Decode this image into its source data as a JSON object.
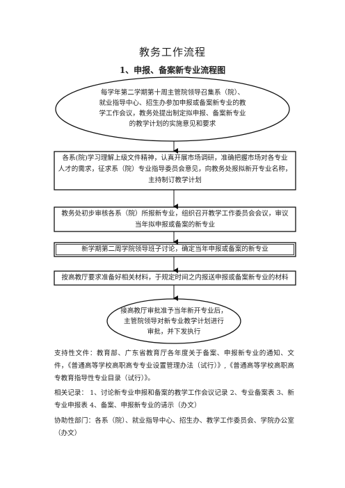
{
  "page": {
    "title": "教务工作流程",
    "subtitle": "1、申报、备案新专业流程图"
  },
  "flow": {
    "step1": [
      "每学年第二学期第十周主管院领导召集系（院）、",
      "就业指导中心、招生办参加申报或备案新专业的教",
      "学工作会议，教务处提出制定拟申报、备案新专业",
      "的教学计划的实施意见和要求"
    ],
    "step2": [
      "各系(院)学习理解上级文件精神，认真开展市场调研，准确把握市场对各专业",
      "人才的需求，征求系（院）专业指导委员会意见，向教务处报拟新开专业名称，",
      "主持制订教学计划"
    ],
    "step3": [
      "教务处初步审核各系（院）所报新专业，组织召开教学工作委员会会议，审议",
      "当年拟申报或备案的新专业"
    ],
    "step4": "新学期第二周学院领导班子讨论，确定当年申报或备案的新专业",
    "step5": "按高教厅要求准备好相关材料，于规定时间之内报送申报或备案新专业的材料",
    "step6": [
      "接高教厅审批准予当年新开专业后，",
      "主管院领导对新专业教学计划进行",
      "审批，并下发执行"
    ]
  },
  "notes": {
    "support_docs": "支持性文件：教育部、广东省教育厅各年度关于备案、申报新专业的通知、文件，《普通高等学校高职高专专业设置管理办法（试行）》,《普通高等学校高职高专教育指导性专业目录（试行）》。",
    "related_records": "相关记录： 1、讨论新专业申报和备案的教学工作会议记录 2、专业备案表 3、新专业申报表 4、备案、申报新专业的请示（办文）",
    "cooperating_depts": "协助性部门：各系（院）、就业指导中心、招生办、教学工作委员会、学院办公室（办文）"
  }
}
